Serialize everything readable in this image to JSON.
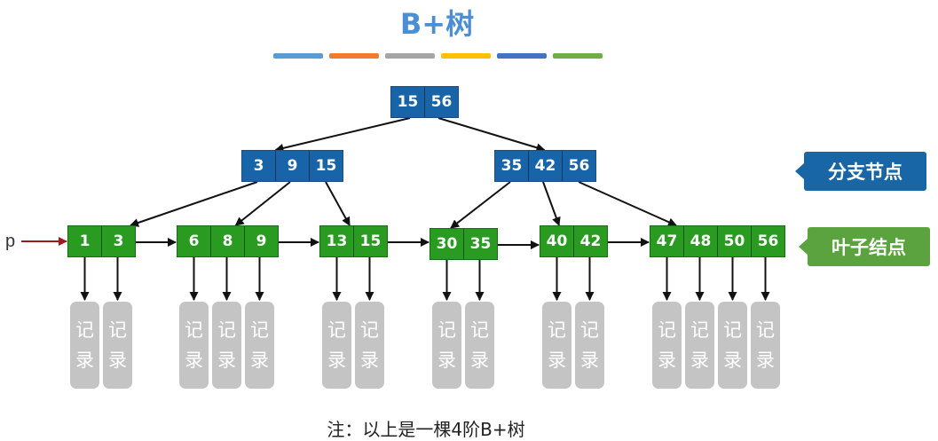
{
  "title": "B+树",
  "bar_colors": [
    "#5b9bd5",
    "#ed7d31",
    "#a5a5a5",
    "#ffc000",
    "#4472c4",
    "#70ad47"
  ],
  "root": {
    "keys": [
      "15",
      "56"
    ]
  },
  "branches": [
    {
      "keys": [
        "3",
        "9",
        "15"
      ]
    },
    {
      "keys": [
        "35",
        "42",
        "56"
      ]
    }
  ],
  "leaves": [
    {
      "keys": [
        "1",
        "3"
      ]
    },
    {
      "keys": [
        "6",
        "8",
        "9"
      ]
    },
    {
      "keys": [
        "13",
        "15"
      ]
    },
    {
      "keys": [
        "30",
        "35"
      ]
    },
    {
      "keys": [
        "40",
        "42"
      ]
    },
    {
      "keys": [
        "47",
        "48",
        "50",
        "56"
      ]
    }
  ],
  "record_text": [
    "记",
    "录"
  ],
  "pointer_label": "p",
  "callouts": {
    "branch_label": "分支节点",
    "leaf_label": "叶子结点"
  },
  "colors": {
    "branch": "#1765a8",
    "leaf": "#2a9b21",
    "callout_branch": "#1866a6",
    "callout_leaf": "#5aa33e",
    "pointer_arrow": "#9b1c1c"
  },
  "note": "注：以上是一棵4阶B+树"
}
